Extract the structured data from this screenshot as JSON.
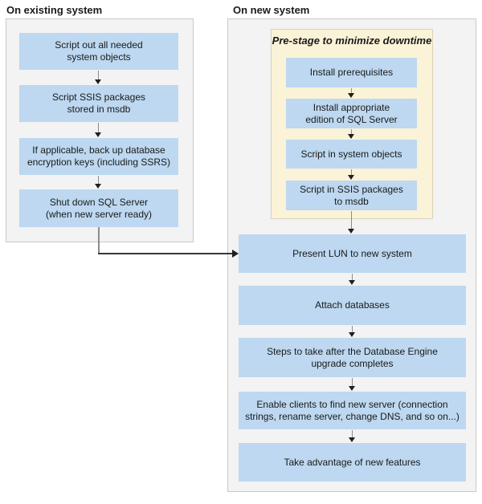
{
  "colors": {
    "box_blue": "#BDD8F0",
    "panel_gray": "#F3F3F3",
    "panel_border": "#C9C9C9",
    "prestage_yellow": "#FAF3D8",
    "prestage_border": "#D8D2B6",
    "arrow_shaft_gray": "#8C8C8C",
    "arrow_head_black": "#1F1F1F",
    "text": "#1A1A1A"
  },
  "left_panel": {
    "header": "On existing system",
    "steps": [
      {
        "label": "Script out all needed\nsystem objects"
      },
      {
        "label": "Script SSIS packages\nstored in msdb"
      },
      {
        "label": "If applicable, back up database\nencryption keys (including SSRS)"
      },
      {
        "label": "Shut down SQL Server\n(when new server ready)"
      }
    ]
  },
  "right_panel": {
    "header": "On new system",
    "prestage": {
      "title": "Pre-stage to minimize downtime",
      "steps": [
        {
          "label": "Install prerequisites"
        },
        {
          "label": "Install appropriate\nedition of SQL Server"
        },
        {
          "label": "Script in system objects"
        },
        {
          "label": "Script in SSIS packages\nto msdb"
        }
      ]
    },
    "steps": [
      {
        "label": "Present LUN to new system"
      },
      {
        "label": "Attach databases"
      },
      {
        "label": "Steps to take after the Database Engine\nupgrade completes"
      },
      {
        "label": "Enable clients to find new server (connection\nstrings, rename server, change DNS, and so on...)"
      },
      {
        "label": "Take advantage of new features"
      }
    ]
  }
}
